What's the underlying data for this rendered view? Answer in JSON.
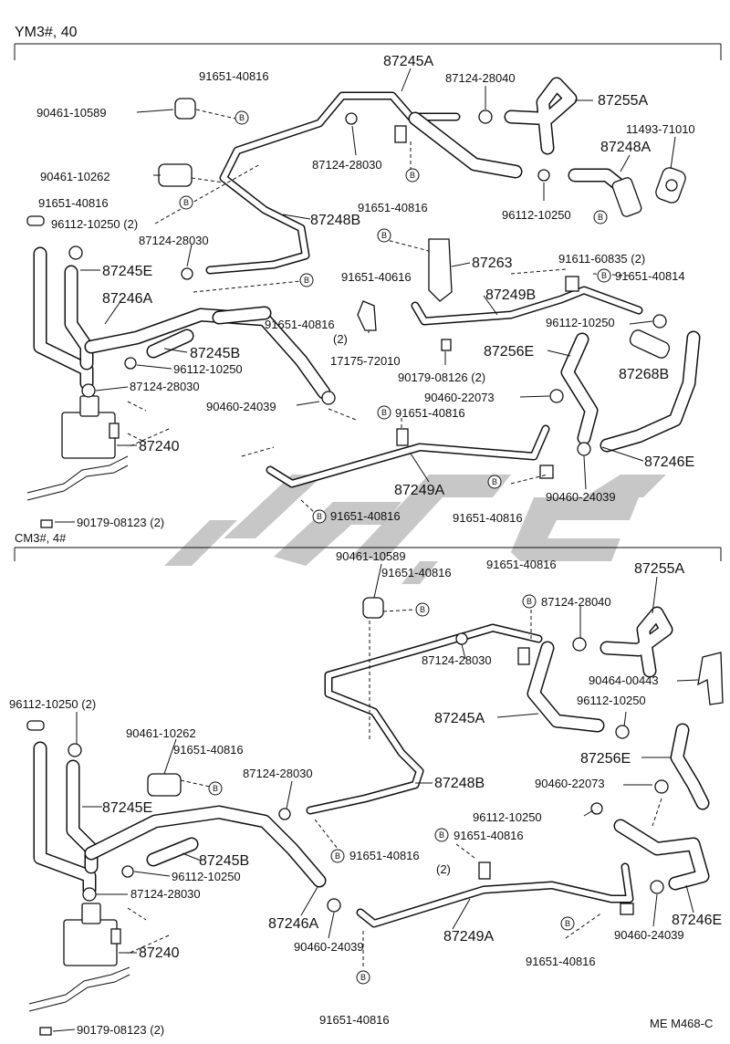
{
  "header": {
    "section_top": "YM3#, 40",
    "section_bottom": "CM3#, 4#",
    "footer_code": "ME  M468-C"
  },
  "bolt_symbol": "B",
  "top_labels": {
    "l87245A": "87245A",
    "l91651_40816_a": "91651-40816",
    "l87124_28040": "87124-28040",
    "l87255A": "87255A",
    "l90461_10589": "90461-10589",
    "l11493_71010": "11493-71010",
    "l87248A": "87248A",
    "l87124_28030_a": "87124-28030",
    "l90461_10262": "90461-10262",
    "l91651_40816_b": "91651-40816",
    "l91651_40816_c": "91651-40816",
    "l96112_10250_a": "96112-10250",
    "l96112_10250_2": "96112-10250 (2)",
    "l87248B": "87248B",
    "l87124_28030_b": "87124-28030",
    "l91611_60835": "91611-60835 (2)",
    "l87245E": "87245E",
    "l91651_40616": "91651-40616",
    "l87263": "87263",
    "l91651_40814": "91651-40814",
    "l87246A": "87246A",
    "l91651_40816_d": "91651-40816",
    "l91651_40816_d2": "(2)",
    "l87249B": "87249B",
    "l96112_10250_b": "96112-10250",
    "l87245B": "87245B",
    "l96112_10250_c": "96112-10250",
    "l87256E": "87256E",
    "l87268B": "87268B",
    "l87124_28030_c": "87124-28030",
    "l17175_72010": "17175-72010",
    "l90179_08126": "90179-08126 (2)",
    "l90460_22073": "90460-22073",
    "l90460_24039_a": "90460-24039",
    "l91651_40816_e": "91651-40816",
    "l87240": "87240",
    "l87246E": "87246E",
    "l87249A": "87249A",
    "l90460_24039_b": "90460-24039",
    "l91651_40816_f": "91651-40816",
    "l91651_40816_g": "91651-40816",
    "l90179_08123": "90179-08123 (2)"
  },
  "bottom_labels": {
    "l90461_10589": "90461-10589",
    "l91651_40816_a": "91651-40816",
    "l91651_40816_b": "91651-40816",
    "l87255A": "87255A",
    "l87124_28040": "87124-28040",
    "l87124_28030_a": "87124-28030",
    "l90464_00443": "90464-00443",
    "l87245A": "87245A",
    "l96112_10250_2": "96112-10250 (2)",
    "l96112_10250_a": "96112-10250",
    "l90461_10262": "90461-10262",
    "l91651_40816_c": "91651-40816",
    "l87256E": "87256E",
    "l87248B": "87248B",
    "l90460_22073": "90460-22073",
    "l87124_28030_b": "87124-28030",
    "l87245E": "87245E",
    "l96112_10250_b": "96112-10250",
    "l91651_40816_d": "91651-40816",
    "l87245B": "87245B",
    "l91651_40816_e": "91651-40816",
    "l91651_40816_e2": "(2)",
    "l96112_10250_c": "96112-10250",
    "l87124_28030_c": "87124-28030",
    "l87246A": "87246A",
    "l87249A": "87249A",
    "l87240": "87240",
    "l90460_24039_a": "90460-24039",
    "l90460_24039_b": "90460-24039",
    "l87246E": "87246E",
    "l91651_40816_f": "91651-40816",
    "l91651_40816_g": "91651-40816",
    "l90179_08123": "90179-08123 (2)"
  }
}
